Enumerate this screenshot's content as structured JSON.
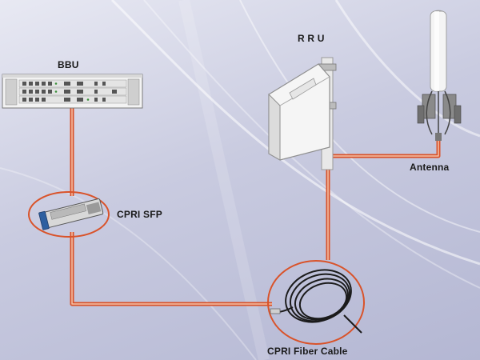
{
  "labels": {
    "bbu": "BBU",
    "rru": "R R U",
    "antenna": "Antenna",
    "cpri_sfp": "CPRI SFP",
    "cpri_fiber_cable": "CPRI Fiber Cable"
  },
  "colors": {
    "link": "#d9532a",
    "link_inner": "#f6c1a9",
    "background": "#c9cbe0",
    "device_body": "#f2f2f2",
    "text": "#1a1a1a"
  },
  "icons": {
    "bbu": "bbu-rack-icon",
    "rru": "rru-unit-icon",
    "antenna": "antenna-icon",
    "sfp": "sfp-module-icon",
    "fiber": "fiber-cable-coil-icon"
  }
}
